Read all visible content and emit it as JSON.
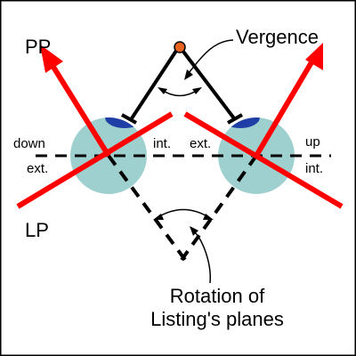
{
  "labels": {
    "pp": "PP",
    "lp": "LP",
    "vergence": "Vergence",
    "rotation_line1": "Rotation of",
    "rotation_line2": "Listing's planes",
    "down": "down",
    "ext_left": "ext.",
    "int_left": "int.",
    "ext_right": "ext.",
    "up": "up",
    "int_right": "int."
  },
  "colors": {
    "eyeball": "#9fd0d0",
    "pupil": "#1f3fa6",
    "plane_axis": "#ff0000",
    "lines": "#000000",
    "target": "#e8641e"
  }
}
